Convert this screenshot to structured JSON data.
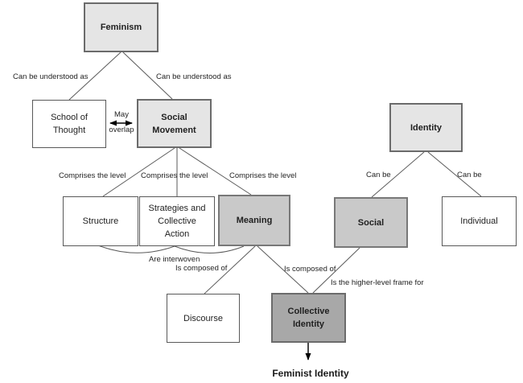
{
  "colors": {
    "node-light": "#e5e5e5",
    "node-mid": "#c9c9c9",
    "node-dark": "#a8a8a8",
    "node-border": "#595959",
    "edge-line": "#5a5a5a",
    "text": "#1f1f1f"
  },
  "nodes": {
    "feminism": "Feminism",
    "school_of_thought": "School of\nThought",
    "social_movement": "Social\nMovement",
    "identity": "Identity",
    "structure": "Structure",
    "strategies": "Strategies and\nCollective\nAction",
    "meaning": "Meaning",
    "social": "Social",
    "individual": "Individual",
    "discourse": "Discourse",
    "collective_identity": "Collective\nIdentity",
    "feminist_identity": "Feminist Identity"
  },
  "edge_labels": {
    "understood_left": "Can be understood as",
    "understood_right": "Can be understood as",
    "may": "May",
    "overlap": "overlap",
    "comprises_1": "Comprises the level",
    "comprises_2": "Comprises the level",
    "comprises_3": "Comprises the level",
    "can_be_left": "Can be",
    "can_be_right": "Can be",
    "are_interwoven": "Are interwoven",
    "composed_discourse": "Is composed of",
    "composed_collective": "Is composed of",
    "higher_level_frame": "Is the higher-level frame for"
  }
}
